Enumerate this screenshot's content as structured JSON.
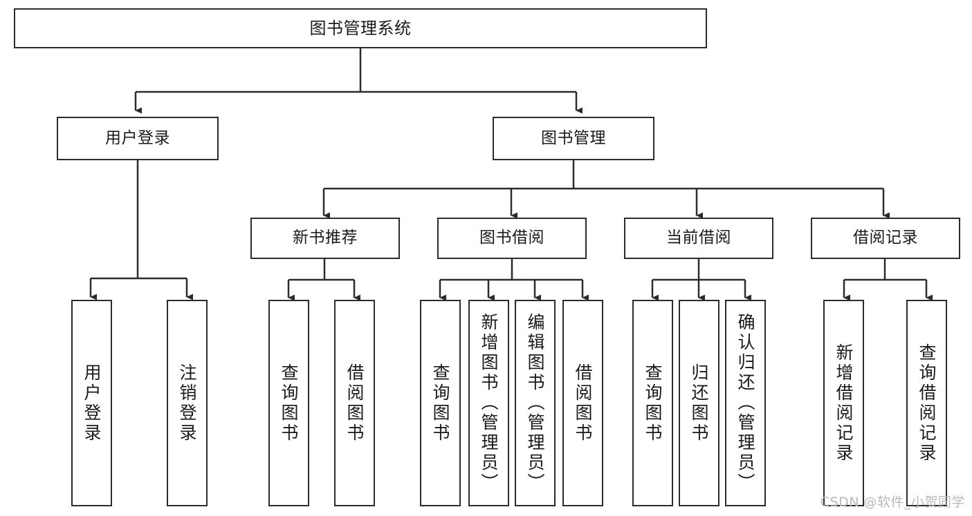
{
  "diagram": {
    "type": "tree-hierarchy",
    "title": "图书管理系统",
    "root": {
      "id": "root",
      "label": "图书管理系统",
      "level": 1
    },
    "level2": [
      {
        "id": "user-login",
        "label": "用户登录"
      },
      {
        "id": "book-manage",
        "label": "图书管理"
      }
    ],
    "level3": [
      {
        "id": "new-book-recommend",
        "label": "新书推荐",
        "parent": "book-manage"
      },
      {
        "id": "book-borrow",
        "label": "图书借阅",
        "parent": "book-manage"
      },
      {
        "id": "current-borrow",
        "label": "当前借阅",
        "parent": "book-manage"
      },
      {
        "id": "borrow-record",
        "label": "借阅记录",
        "parent": "book-manage"
      }
    ],
    "leaves": [
      {
        "id": "leaf-user-login",
        "label": "用户登录",
        "parent": "user-login"
      },
      {
        "id": "leaf-logout",
        "label": "注销登录",
        "parent": "user-login"
      },
      {
        "id": "leaf-query-book-1",
        "label": "查询图书",
        "parent": "new-book-recommend"
      },
      {
        "id": "leaf-borrow-book-1",
        "label": "借阅图书",
        "parent": "new-book-recommend"
      },
      {
        "id": "leaf-query-book-2",
        "label": "查询图书",
        "parent": "book-borrow"
      },
      {
        "id": "leaf-add-book",
        "label": "新增图书（管理员）",
        "parent": "book-borrow"
      },
      {
        "id": "leaf-edit-book",
        "label": "编辑图书（管理员）",
        "parent": "book-borrow"
      },
      {
        "id": "leaf-borrow-book-2",
        "label": "借阅图书",
        "parent": "book-borrow"
      },
      {
        "id": "leaf-query-book-3",
        "label": "查询图书",
        "parent": "current-borrow"
      },
      {
        "id": "leaf-return-book",
        "label": "归还图书",
        "parent": "current-borrow"
      },
      {
        "id": "leaf-confirm-return",
        "label": "确认归还（管理员）",
        "parent": "current-borrow"
      },
      {
        "id": "leaf-add-record",
        "label": "新增借阅记录",
        "parent": "borrow-record"
      },
      {
        "id": "leaf-query-record",
        "label": "查询借阅记录",
        "parent": "borrow-record"
      }
    ],
    "colors": {
      "stroke": "#2b2b2b",
      "fill": "#ffffff",
      "text": "#1a1a1a",
      "watermark": "#b9b9b9"
    }
  },
  "watermark": {
    "text": "CSDN @软件_小贺同学"
  }
}
